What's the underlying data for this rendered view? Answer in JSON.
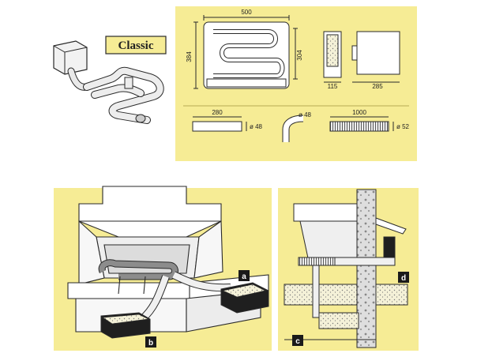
{
  "product": {
    "name": "Classic"
  },
  "dimensions": {
    "width": "500",
    "height_outer": "384",
    "height_inner": "304",
    "box_depth": "115",
    "box_width": "285",
    "pipe_length": "280",
    "pipe_diameter": "ø 48",
    "elbow_diameter": "ø 48",
    "flex_length": "1000",
    "flex_diameter": "ø 52"
  },
  "callouts": {
    "a": "a",
    "b": "b",
    "c": "c",
    "d": "d"
  },
  "colors": {
    "panel_yellow": "#f6ec95",
    "outline": "#2a2a2a",
    "tag_bg": "#1a1a1a"
  }
}
